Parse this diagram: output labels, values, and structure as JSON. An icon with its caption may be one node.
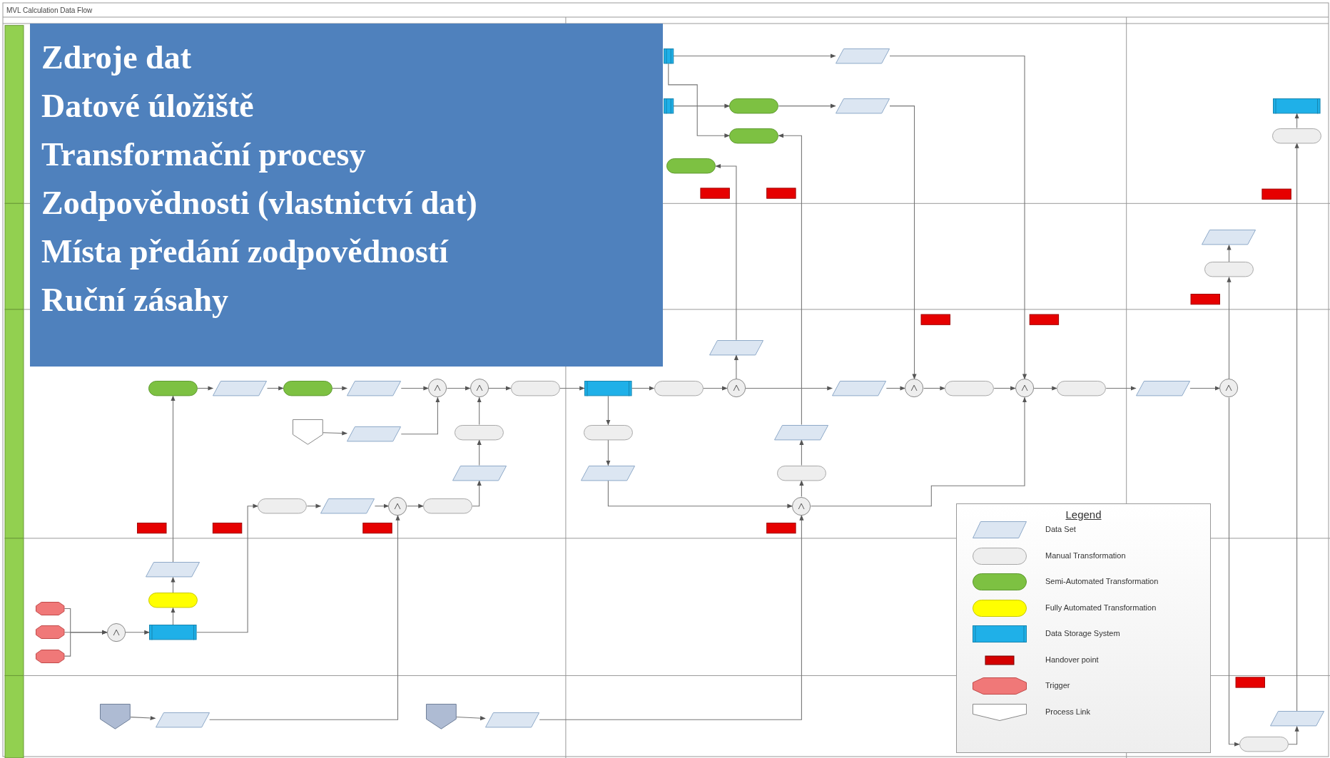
{
  "diagram": {
    "title": "MVL Calculation Data Flow",
    "nodes": [
      {
        "text": [],
        "shape": "box"
      },
      {
        "text": [],
        "shape": "parallelogram"
      },
      {
        "text": [],
        "shape": "box"
      },
      {
        "text": [],
        "shape": "oval"
      },
      {
        "text": [],
        "shape": "parallelogram"
      },
      {
        "text": [],
        "shape": "box"
      },
      {
        "text": [],
        "shape": "oval"
      },
      {
        "text": [],
        "shape": "oval"
      },
      {
        "text": [],
        "shape": "oval"
      },
      {
        "text": [],
        "shape": "parallelogram"
      },
      {
        "text": [],
        "shape": "oval"
      },
      {
        "text": [],
        "shape": "parallelogram"
      },
      {
        "text": [],
        "shape": "oval"
      },
      {
        "text": [],
        "shape": "parallelogram"
      },
      {
        "text": [],
        "shape": "oval"
      },
      {
        "text": [],
        "shape": "parallelogram"
      },
      {
        "text": [],
        "shape": "circle"
      },
      {
        "text": [],
        "shape": "circle"
      },
      {
        "text": [],
        "shape": "oval"
      },
      {
        "text": [],
        "shape": "box"
      },
      {
        "text": [],
        "shape": "oval"
      },
      {
        "text": [],
        "shape": "circle"
      },
      {
        "text": [],
        "shape": "parallelogram"
      },
      {
        "text": [],
        "shape": "circle"
      },
      {
        "text": [],
        "shape": "oval"
      },
      {
        "text": [],
        "shape": "circle"
      },
      {
        "text": [],
        "shape": "oval"
      },
      {
        "text": [],
        "shape": "parallelogram"
      },
      {
        "text": [],
        "shape": "circle"
      },
      {
        "text": [],
        "shape": "pentagon"
      },
      {
        "text": [],
        "shape": "parallelogram"
      },
      {
        "text": [],
        "shape": "oval"
      },
      {
        "text": [],
        "shape": "oval"
      },
      {
        "text": [],
        "shape": "parallelogram"
      },
      {
        "text": [],
        "shape": "parallelogram"
      },
      {
        "text": [],
        "shape": "parallelogram"
      },
      {
        "text": [],
        "shape": "oval"
      },
      {
        "text": [],
        "shape": "oval"
      },
      {
        "text": [],
        "shape": "parallelogram"
      },
      {
        "text": [],
        "shape": "circle"
      },
      {
        "text": [],
        "shape": "oval"
      },
      {
        "text": [],
        "shape": "circle"
      },
      {
        "text": [],
        "shape": "parallelogram"
      },
      {
        "text": [],
        "shape": "oval"
      },
      {
        "text": [],
        "shape": "octagon"
      },
      {
        "text": [],
        "shape": "circle"
      },
      {
        "text": [],
        "shape": "box"
      },
      {
        "text": [],
        "shape": "octagon"
      },
      {
        "text": [],
        "shape": "octagon"
      },
      {
        "text": [],
        "shape": "pentagon"
      },
      {
        "text": [],
        "shape": "parallelogram"
      },
      {
        "text": [],
        "shape": "pentagon"
      },
      {
        "text": [],
        "shape": "parallelogram"
      },
      {
        "text": [],
        "shape": "parallelogram"
      },
      {
        "text": [],
        "shape": "oval"
      }
    ],
    "edges": [
      {
        "from": 0,
        "to": 1,
        "arrow": "to"
      },
      {
        "from": 1,
        "to": 25,
        "arrow": "to"
      },
      {
        "from": 2,
        "to": 3,
        "arrow": "to"
      },
      {
        "from": 3,
        "to": 4,
        "arrow": "to"
      },
      {
        "from": 4,
        "to": 23,
        "arrow": "to"
      },
      {
        "from": 0,
        "to": 6,
        "arrow": "to"
      },
      {
        "from": 33,
        "to": 6,
        "arrow": "to"
      },
      {
        "from": 21,
        "to": 11,
        "arrow": "to"
      },
      {
        "from": 11,
        "to": 8,
        "arrow": "to"
      },
      {
        "from": 7,
        "to": 5,
        "arrow": "to"
      },
      {
        "from": 53,
        "to": 7,
        "arrow": "to"
      },
      {
        "from": 54,
        "to": 53,
        "arrow": "to"
      },
      {
        "from": 28,
        "to": 54,
        "arrow": "to"
      },
      {
        "from": 28,
        "to": 10,
        "arrow": "to"
      },
      {
        "from": 10,
        "to": 9,
        "arrow": "to"
      },
      {
        "from": 12,
        "to": 13,
        "arrow": "to"
      },
      {
        "from": 13,
        "to": 14,
        "arrow": "to"
      },
      {
        "from": 14,
        "to": 15,
        "arrow": "to"
      },
      {
        "from": 15,
        "to": 16,
        "arrow": "to"
      },
      {
        "from": 16,
        "to": 17,
        "arrow": "to"
      },
      {
        "from": 17,
        "to": 18,
        "arrow": "to"
      },
      {
        "from": 18,
        "to": 19,
        "arrow": "to"
      },
      {
        "from": 19,
        "to": 20,
        "arrow": "to"
      },
      {
        "from": 20,
        "to": 21,
        "arrow": "to"
      },
      {
        "from": 21,
        "to": 22,
        "arrow": "to"
      },
      {
        "from": 22,
        "to": 23,
        "arrow": "to"
      },
      {
        "from": 23,
        "to": 24,
        "arrow": "to"
      },
      {
        "from": 24,
        "to": 25,
        "arrow": "to"
      },
      {
        "from": 25,
        "to": 26,
        "arrow": "to"
      },
      {
        "from": 26,
        "to": 27,
        "arrow": "to"
      },
      {
        "from": 27,
        "to": 28,
        "arrow": "to"
      },
      {
        "from": 29,
        "to": 30,
        "arrow": "to"
      },
      {
        "from": 30,
        "to": 16,
        "arrow": "to"
      },
      {
        "from": 34,
        "to": 31,
        "arrow": "to"
      },
      {
        "from": 31,
        "to": 17,
        "arrow": "to"
      },
      {
        "from": 19,
        "to": 32,
        "arrow": "to"
      },
      {
        "from": 32,
        "to": 35,
        "arrow": "to"
      },
      {
        "from": 35,
        "to": 41,
        "arrow": "to"
      },
      {
        "from": 41,
        "to": 36,
        "arrow": "to"
      },
      {
        "from": 36,
        "to": 33,
        "arrow": "to"
      },
      {
        "from": 41,
        "to": 25,
        "arrow": "to"
      },
      {
        "from": 37,
        "to": 38,
        "arrow": "to"
      },
      {
        "from": 38,
        "to": 39,
        "arrow": "to"
      },
      {
        "from": 39,
        "to": 40,
        "arrow": "to"
      },
      {
        "from": 40,
        "to": 34,
        "arrow": "to"
      },
      {
        "from": 46,
        "to": 37,
        "arrow": "to"
      },
      {
        "from": 46,
        "to": 43,
        "arrow": "to"
      },
      {
        "from": 43,
        "to": 42,
        "arrow": "to"
      },
      {
        "from": 42,
        "to": 12,
        "arrow": "to"
      },
      {
        "from": 45,
        "to": 46,
        "arrow": "to"
      },
      {
        "from": 44,
        "to": 45,
        "arrow": "to"
      },
      {
        "from": 47,
        "to": 45,
        "arrow": "to"
      },
      {
        "from": 48,
        "to": 45,
        "arrow": "to"
      },
      {
        "from": 49,
        "to": 50,
        "arrow": "to"
      },
      {
        "from": 50,
        "to": 39,
        "arrow": "to"
      },
      {
        "from": 51,
        "to": 52,
        "arrow": "to"
      },
      {
        "from": 52,
        "to": 41,
        "arrow": "to"
      }
    ],
    "labels": [
      "Zdroje dat",
      "Datové úložiště",
      "Transformační procesy",
      "Zodpovědnosti (vlastnictví dat)",
      "Místa předání zodpovědností",
      "Ruční zásahy",
      "Legend"
    ],
    "legend": [
      {
        "text": "Data Set"
      },
      {
        "text": "Manual Transformation"
      },
      {
        "text": "Semi-Automated Transformation",
        "color": "#7dc142"
      },
      {
        "text": "Fully Automated Transformation",
        "color": "#ffff00"
      },
      {
        "text": "Data Storage System",
        "color": "#1fb0e8"
      },
      {
        "text": "Handover point",
        "color": "#d40000"
      },
      {
        "text": "Trigger"
      },
      {
        "text": "Process Link"
      }
    ]
  }
}
